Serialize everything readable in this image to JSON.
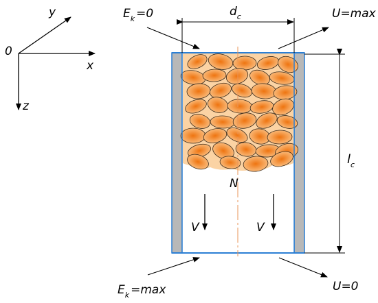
{
  "axes": {
    "origin": "0",
    "x": "x",
    "y": "y",
    "z": "z"
  },
  "labels": {
    "ek_top_main": "E",
    "ek_top_sub": "k",
    "ek_top_tail": "=0",
    "dc_main": "d",
    "dc_sub": "c",
    "u_top": "U=max",
    "lc_main": "l",
    "lc_sub": "c",
    "n": "N",
    "v_left": "V",
    "v_right": "V",
    "ek_bot_main": "E",
    "ek_bot_sub": "k",
    "ek_bot_tail": "=max",
    "u_bot": "U=0"
  },
  "colors": {
    "wall_fill": "#b8b8b8",
    "border_blue": "#2b7fd4",
    "particle_fill": "#f5a152",
    "particle_core": "#f07f1a",
    "packed_bg": "#fbcf9c",
    "axis_line": "#f0a060"
  },
  "particles": [
    [
      287,
      90
    ],
    [
      321,
      90
    ],
    [
      356,
      92
    ],
    [
      390,
      92
    ],
    [
      419,
      94
    ],
    [
      281,
      113
    ],
    [
      312,
      110
    ],
    [
      345,
      111
    ],
    [
      378,
      113
    ],
    [
      410,
      114
    ],
    [
      289,
      133
    ],
    [
      321,
      132
    ],
    [
      352,
      132
    ],
    [
      384,
      133
    ],
    [
      415,
      135
    ],
    [
      285,
      155
    ],
    [
      317,
      153
    ],
    [
      349,
      155
    ],
    [
      381,
      156
    ],
    [
      412,
      156
    ],
    [
      291,
      177
    ],
    [
      324,
      178
    ],
    [
      356,
      176
    ],
    [
      388,
      176
    ],
    [
      418,
      178
    ],
    [
      281,
      198
    ],
    [
      313,
      198
    ],
    [
      345,
      197
    ],
    [
      378,
      199
    ],
    [
      407,
      200
    ],
    [
      290,
      220
    ],
    [
      325,
      220
    ],
    [
      358,
      218
    ],
    [
      390,
      220
    ],
    [
      417,
      221
    ],
    [
      288,
      236
    ],
    [
      335,
      237
    ],
    [
      372,
      239
    ],
    [
      410,
      232
    ]
  ]
}
